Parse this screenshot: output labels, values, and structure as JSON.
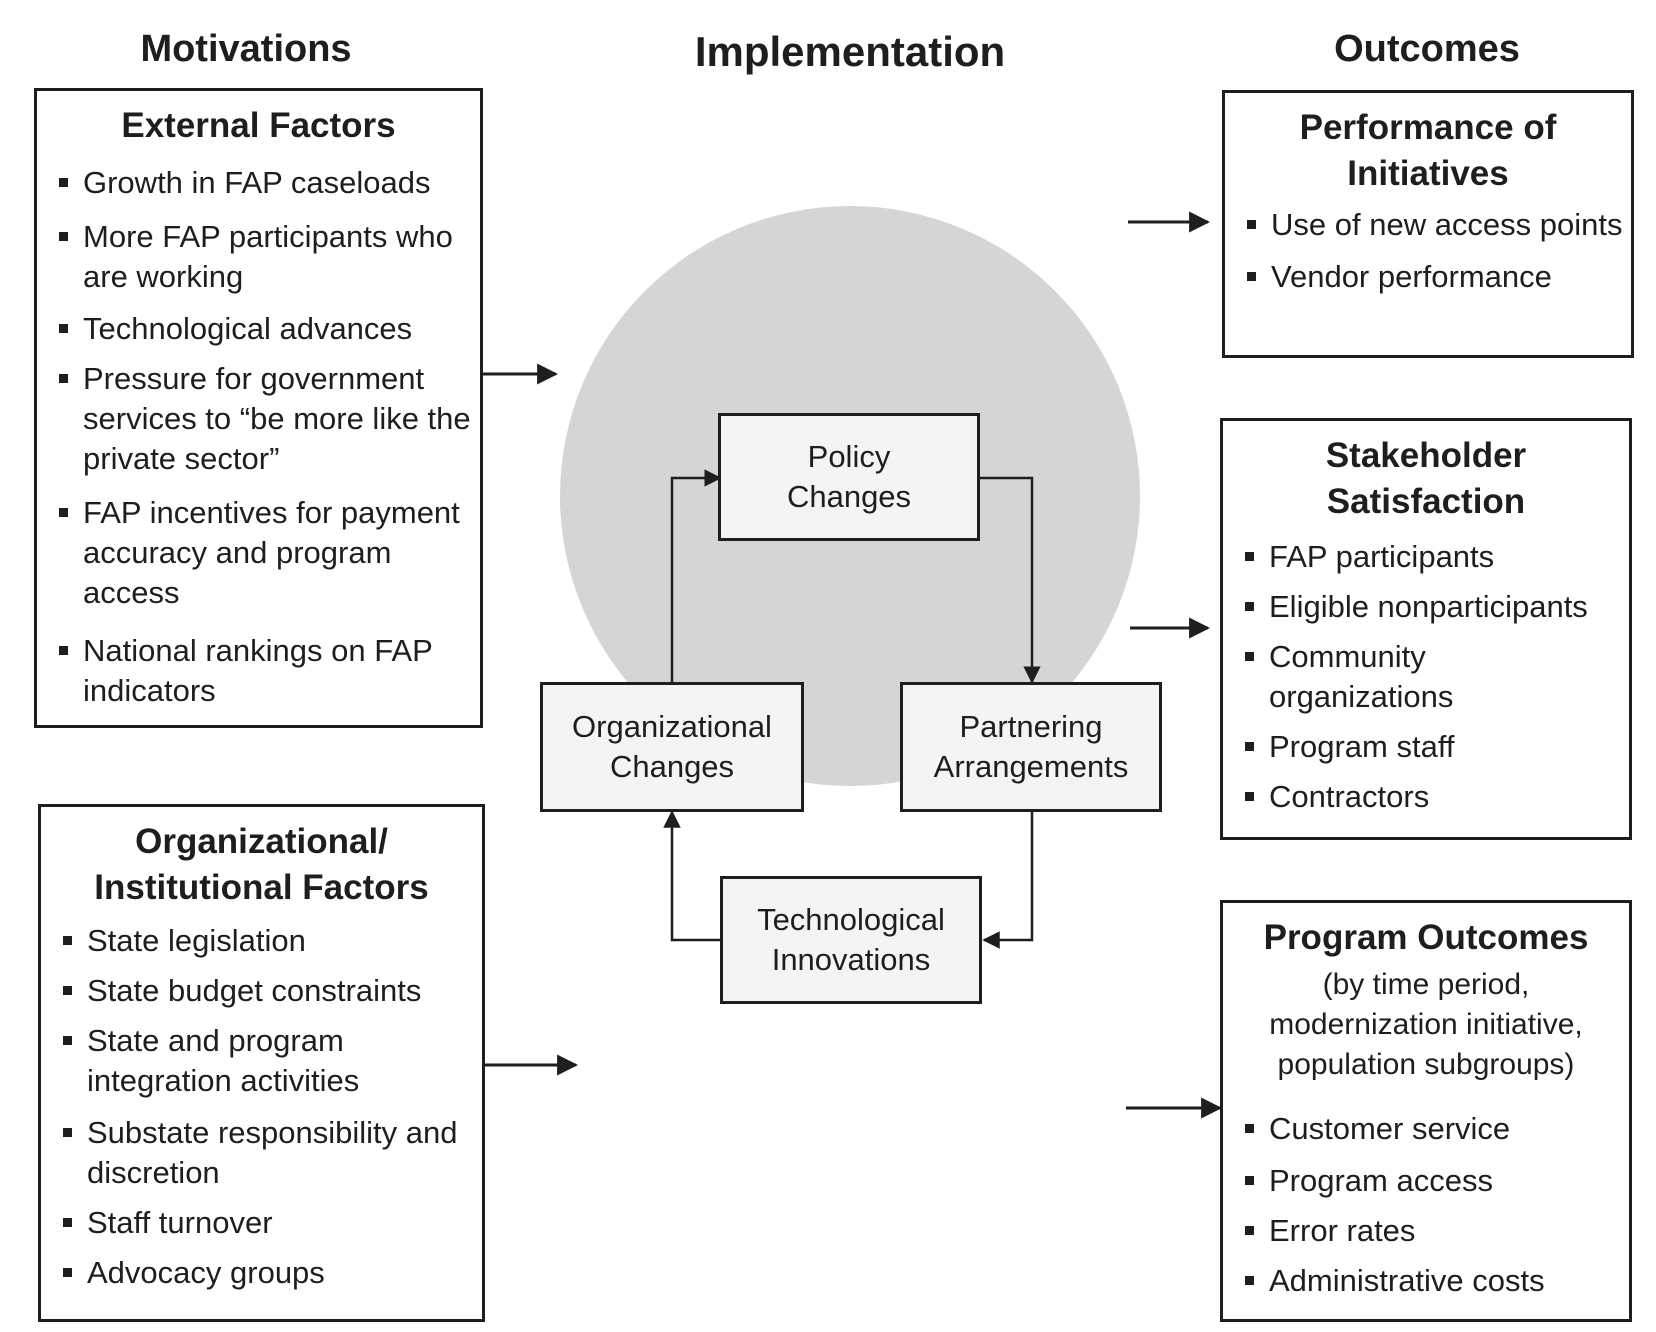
{
  "headings": {
    "motivations": "Motivations",
    "implementation": "Implementation",
    "outcomes": "Outcomes"
  },
  "external_factors": {
    "title": "External Factors",
    "items": [
      "Growth in FAP caseloads",
      "More FAP participants who are working",
      "Technological advances",
      "Pressure for government services to “be more like the private sector”",
      "FAP incentives for payment accuracy and program access",
      "National rankings on FAP indicators"
    ]
  },
  "institutional_factors": {
    "title": "Organizational/ Institutional Factors",
    "items": [
      "State legislation",
      "State budget constraints",
      "State and program integration activities",
      "Substate responsibility and discretion",
      "Staff turnover",
      "Advocacy groups"
    ]
  },
  "implementation_nodes": {
    "policy": "Policy\nChanges",
    "partnering": "Partnering\nArrangements",
    "technological": "Technological\nInnovations",
    "organizational": "Organizational\nChanges"
  },
  "performance": {
    "title": "Performance of Initiatives",
    "items": [
      "Use of new access points",
      "Vendor performance"
    ]
  },
  "stakeholder": {
    "title": "Stakeholder Satisfaction",
    "items": [
      "FAP participants",
      "Eligible nonparticipants",
      "Community organizations",
      "Program staff",
      "Contractors"
    ]
  },
  "program_outcomes": {
    "title": "Program Outcomes",
    "subtitle": "(by time period, modernization initiative, population subgroups)",
    "items": [
      "Customer service",
      "Program access",
      "Error rates",
      "Administrative costs"
    ]
  },
  "colors": {
    "circle": "#d5d5d7",
    "stroke": "#1e1e1e",
    "node_fill": "#f4f4f4"
  }
}
